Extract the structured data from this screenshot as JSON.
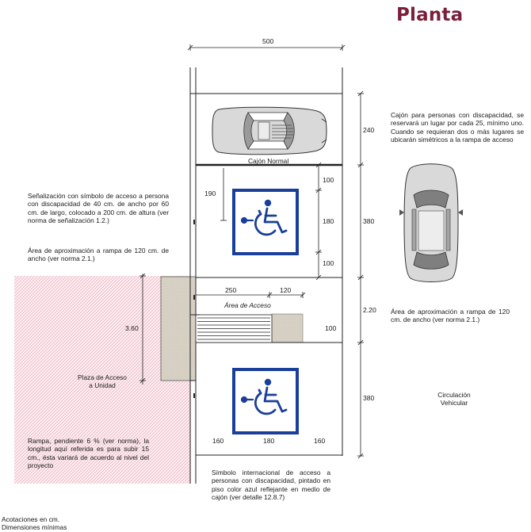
{
  "title": "Planta",
  "dimensions": {
    "total_width": "500",
    "row_heights": [
      "240",
      "380",
      "2.20",
      "380"
    ],
    "sign_left": "190",
    "sign_heights": [
      "100",
      "180",
      "100"
    ],
    "aisle_widths": [
      "250",
      "120"
    ],
    "aisle_right": "100",
    "left_height": "3.60",
    "bottom_widths": [
      "160",
      "180",
      "160"
    ]
  },
  "labels": {
    "normal_space": "Cajón Normal",
    "access_area": "Área de Acceso",
    "plaza": "Plaza de Acceso\na Unidad",
    "vehicular": "Circulación\nVehicular"
  },
  "notes": {
    "signage": "Señalización con símbolo de acceso a persona con discapacidad de 40 cm. de ancho por 60 cm. de largo, colocado a 200 cm. de altura (ver norma de señalización 1.2.)",
    "approach_left": "Área de aproximación a rampa de 120 cm. de ancho (ver norma 2.1.)",
    "ramp": "Rampa, pendiente 6 % (ver norma), la longitud aquí referida es para subir 15 cm., ésta variará de acuerdo al nivel del proyecto",
    "symbol": "Símbolo internacional de acceso a personas con discapacidad, pintado en piso color azul reflejante en medio de cajón (ver detalle 12.8.7)",
    "cajon": "Cajón para personas con discapacidad, se reservará un lugar por cada 25, mínimo uno. Cuando se requieran dos o más lugares se ubicarán simétricos a la rampa de acceso",
    "approach_right": "Área de aproximación a rampa de 120 cm. de ancho (ver norma 2.1.)",
    "units": "Acotaciones en cm.\nDimensiones mínimas"
  },
  "colors": {
    "title": "#7a1e3a",
    "symbol_blue": "#1a3f9a",
    "ramp_pattern": "#e8a6b4",
    "car_fill": "#d9d9d9"
  },
  "icons": [
    "car-icon-normal",
    "car-icon-top-view",
    "wheelchair-symbol-icon"
  ]
}
